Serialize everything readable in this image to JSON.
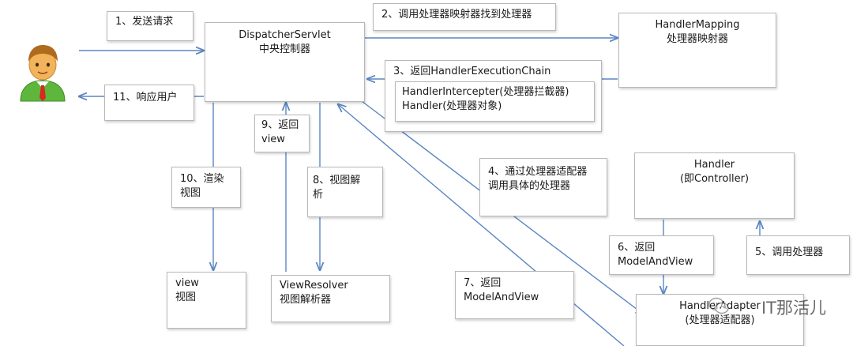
{
  "nodes": {
    "dispatcher": {
      "line1": "DispatcherServlet",
      "line2": "中央控制器"
    },
    "handler_mapping": {
      "line1": "HandlerMapping",
      "line2": "处理器映射器"
    },
    "execution_chain": {
      "line1": "HandlerIntercepter(处理器拦截器)",
      "line2": "Handler(处理器对象)"
    },
    "handler": {
      "line1": "Handler",
      "line2": "(即Controller)"
    },
    "handler_adapter": {
      "line1": "HandlerAdapter",
      "line2": "(处理器适配器)"
    },
    "view_resolver": {
      "line1": "ViewResolver",
      "line2": "视图解析器"
    },
    "view": {
      "line1": "view",
      "line2": "视图"
    }
  },
  "steps": {
    "s1": "1、发送请求",
    "s2": "2、调用处理器映射器找到处理器",
    "s3": "3、返回HandlerExecutionChain",
    "s4_line1": "4、通过处理器适配器",
    "s4_line2": "调用具体的处理器",
    "s5": "5、调用处理器",
    "s6_line1": "6、返回",
    "s6_line2": "ModelAndView",
    "s7_line1": "7、返回",
    "s7_line2": "ModelAndView",
    "s8_line1": "8、视图解",
    "s8_line2": "析",
    "s9_line1": "9、返回",
    "s9_line2": "view",
    "s10_line1": "10、渲染",
    "s10_line2": "视图",
    "s11": "11、响应用户"
  },
  "watermark": "IT那活儿",
  "colors": {
    "arrow": "#5b86c2",
    "box_border": "#b8b8b8"
  },
  "icons": {
    "user": "user-icon",
    "watermark": "wechat-icon"
  }
}
